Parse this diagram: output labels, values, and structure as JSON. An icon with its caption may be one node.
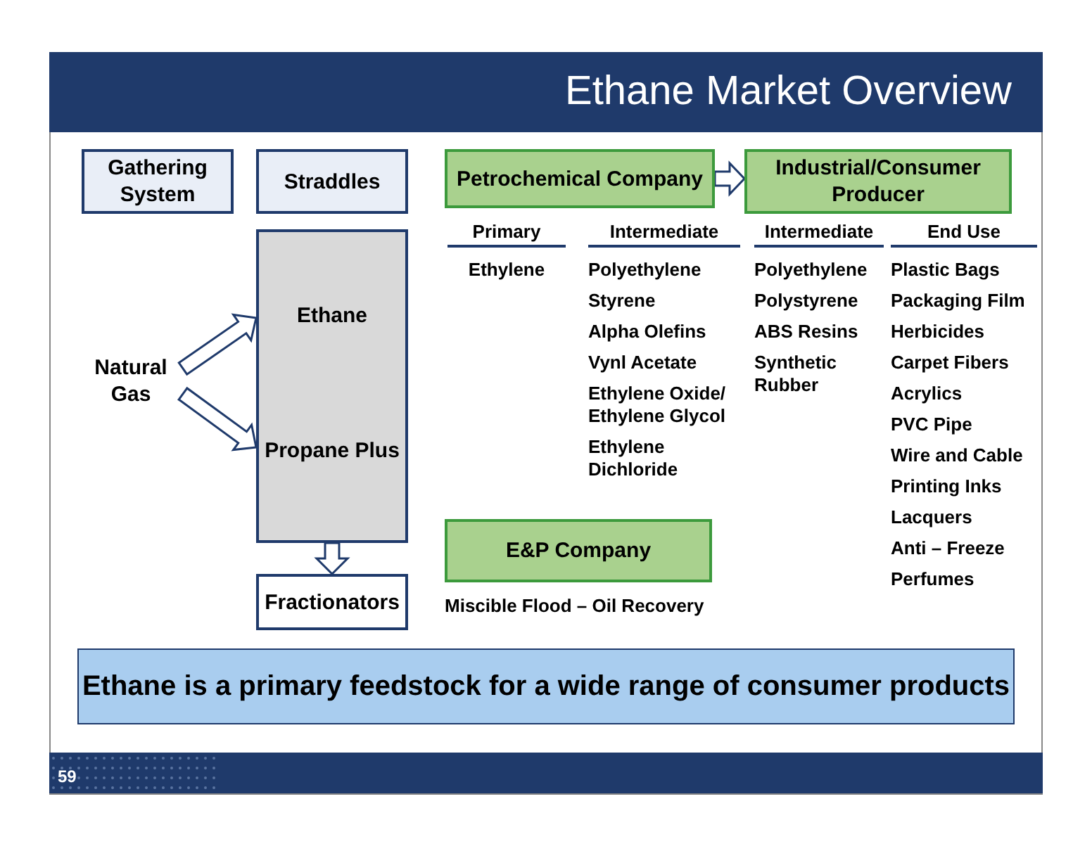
{
  "diagram": {
    "title": "Ethane Market Overview",
    "nodes": [
      {
        "text": [
          "Gathering System"
        ]
      },
      {
        "text": [
          "Straddles"
        ]
      },
      {
        "text": [
          "Petrochemical Company"
        ]
      },
      {
        "text": [
          "Industrial/Consumer Producer"
        ]
      },
      {
        "text": [
          "Ethane",
          "Propane Plus"
        ]
      },
      {
        "text": [
          "Natural Gas"
        ]
      },
      {
        "text": [
          "Fractionators"
        ]
      },
      {
        "text": [
          "E&P Company"
        ],
        "beside": [
          "Miscible Flood – Oil Recovery"
        ]
      },
      {
        "text": [
          "Ethane is a primary feedstock for a wide range of consumer products"
        ]
      }
    ],
    "edges": [
      {
        "from": 5,
        "to": 4,
        "arrow": "to"
      },
      {
        "from": 5,
        "to": 4,
        "arrow": "to"
      },
      {
        "from": 4,
        "to": 6,
        "arrow": "to"
      },
      {
        "from": 2,
        "to": 3,
        "arrow": "to"
      }
    ],
    "labels": [
      "Primary",
      "Ethylene",
      "Intermediate",
      "Polyethylene",
      "Styrene",
      "Alpha Olefins",
      "Vynl Acetate",
      "Ethylene Oxide/ Ethylene Glycol",
      "Ethylene Dichloride",
      "Intermediate",
      "Polyethylene",
      "Polystyrene",
      "ABS Resins",
      "Synthetic Rubber",
      "End Use",
      "Plastic Bags",
      "Packaging Film",
      "Herbicides",
      "Carpet Fibers",
      "Acrylics",
      "PVC Pipe",
      "Wire and Cable",
      "Printing Inks",
      "Lacquers",
      "Anti – Freeze",
      "Perfumes",
      "59"
    ]
  }
}
